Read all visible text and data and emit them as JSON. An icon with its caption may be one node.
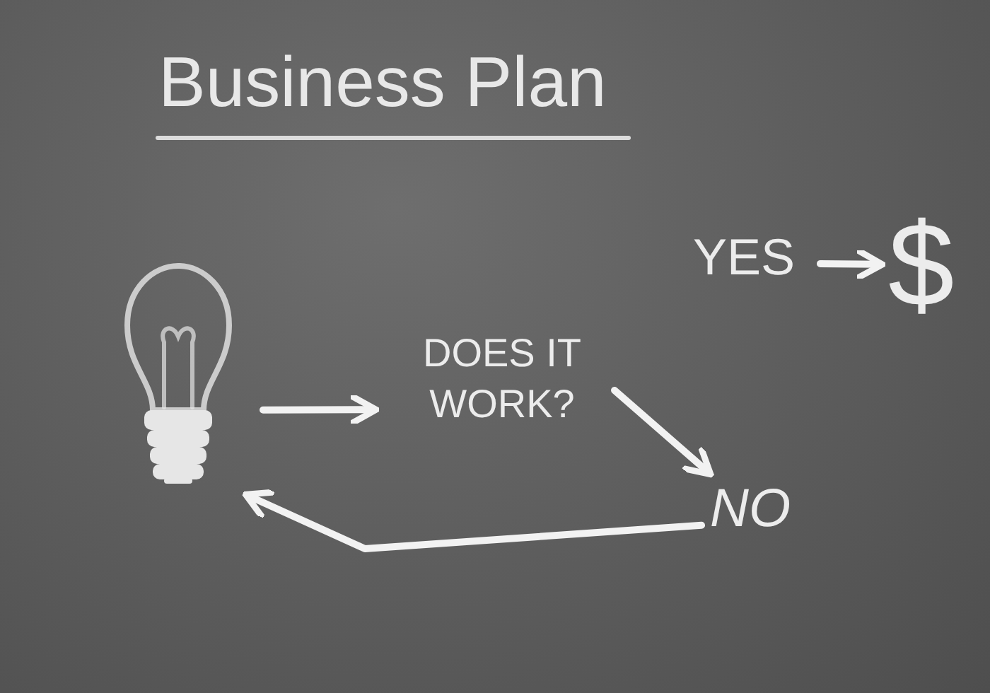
{
  "diagram": {
    "title": "Business Plan",
    "nodes": [
      {
        "text": [
          "YES"
        ]
      },
      {
        "text": [
          "$"
        ]
      },
      {
        "text": [],
        "shape": "picture"
      },
      {
        "text": [
          "DOES IT WORK?"
        ]
      },
      {
        "text": [
          "NO"
        ]
      }
    ],
    "edges": [
      {
        "from": 0,
        "to": 1,
        "arrow": "to"
      },
      {
        "from": 2,
        "to": 3,
        "arrow": "to"
      },
      {
        "from": 3,
        "to": 4,
        "arrow": "to"
      },
      {
        "from": 4,
        "to": 2,
        "arrow": "to"
      }
    ]
  }
}
